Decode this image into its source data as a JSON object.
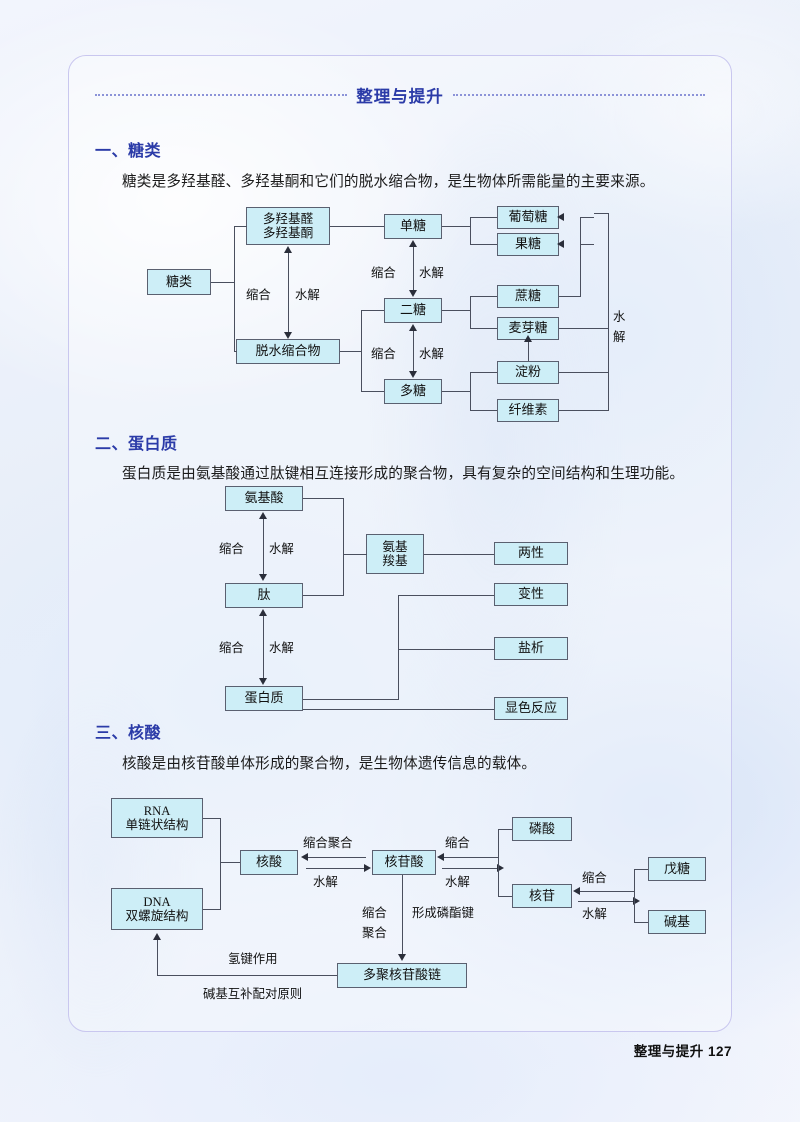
{
  "page": {
    "header_title": "整理与提升",
    "footer_label": "整理与提升",
    "footer_page": "127",
    "accent_color": "#2b3ba8",
    "box_fill": "#cdeef7",
    "box_border": "#5a6070"
  },
  "sections": [
    {
      "heading": "一、糖类",
      "paragraph": "糖类是多羟基醛、多羟基酮和它们的脱水缩合物，是生物体所需能量的主要来源。",
      "nodes": {
        "root": "糖类",
        "aldehyde_ketone_l1": "多羟基醛",
        "aldehyde_ketone_l2": "多羟基酮",
        "dehydration": "脱水缩合物",
        "mono": "单糖",
        "di": "二糖",
        "poly": "多糖",
        "glucose": "葡萄糖",
        "fructose": "果糖",
        "sucrose": "蔗糖",
        "maltose": "麦芽糖",
        "starch": "淀粉",
        "cellulose": "纤维素"
      },
      "labels": {
        "cond1": "缩合",
        "hydro1": "水解",
        "cond2": "缩合",
        "hydro2": "水解",
        "cond3": "缩合",
        "hydro3": "水解",
        "hydro_right_l1": "水",
        "hydro_right_l2": "解"
      }
    },
    {
      "heading": "二、蛋白质",
      "paragraph": "蛋白质是由氨基酸通过肽键相互连接形成的聚合物，具有复杂的空间结构和生理功能。",
      "nodes": {
        "amino_acid": "氨基酸",
        "peptide": "肽",
        "protein": "蛋白质",
        "group_l1": "氨基",
        "group_l2": "羧基",
        "amphoteric": "两性",
        "denature": "变性",
        "salting_out": "盐析",
        "color_reaction": "显色反应"
      },
      "labels": {
        "cond1": "缩合",
        "hydro1": "水解",
        "cond2": "缩合",
        "hydro2": "水解"
      }
    },
    {
      "heading": "三、核酸",
      "paragraph": "核酸是由核苷酸单体形成的聚合物，是生物体遗传信息的载体。",
      "nodes": {
        "rna_l1": "RNA",
        "rna_l2": "单链状结构",
        "dna_l1": "DNA",
        "dna_l2": "双螺旋结构",
        "nucleic_acid": "核酸",
        "nucleotide": "核苷酸",
        "phosphate": "磷酸",
        "nucleoside": "核苷",
        "pentose": "戊糖",
        "base": "碱基",
        "polynucleotide": "多聚核苷酸链"
      },
      "labels": {
        "cond_poly": "缩合聚合",
        "hydro1": "水解",
        "cond2": "缩合",
        "hydro2": "水解",
        "cond3": "缩合",
        "hydro3": "水解",
        "cond_poly2_l1": "缩合",
        "cond_poly2_l2": "聚合",
        "phosphoester": "形成磷酯键",
        "hydrogen_bond": "氢键作用",
        "base_pairing": "碱基互补配对原则"
      }
    }
  ]
}
